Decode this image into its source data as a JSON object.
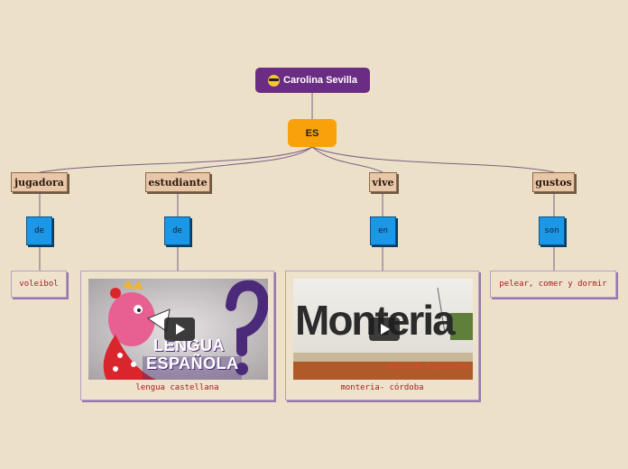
{
  "root": {
    "label": "Carolina Sevilla",
    "icon": "sunglasses-emoji-icon"
  },
  "connector_main": "ES",
  "branches": [
    {
      "category": "jugadora",
      "connector": "de",
      "leaf": "voleibol"
    },
    {
      "category": "estudiante",
      "connector": "de",
      "leaf": "lengua castellana",
      "image_text": [
        "LENGUA",
        "ESPAÑOLA"
      ]
    },
    {
      "category": "vive",
      "connector": "en",
      "leaf": "monteria- córdoba",
      "image_text": [
        "Monteria",
        "tierra de Encuentro"
      ]
    },
    {
      "category": "gustos",
      "connector": "son",
      "leaf": "pelear, comer y dormir"
    }
  ],
  "colors": {
    "background": "#ece0c8",
    "root": "#6b2d83",
    "es": "#f8a10b",
    "category": "#e8c7a8",
    "connector": "#1b97e5",
    "leaf_text": "#a71c1c"
  }
}
